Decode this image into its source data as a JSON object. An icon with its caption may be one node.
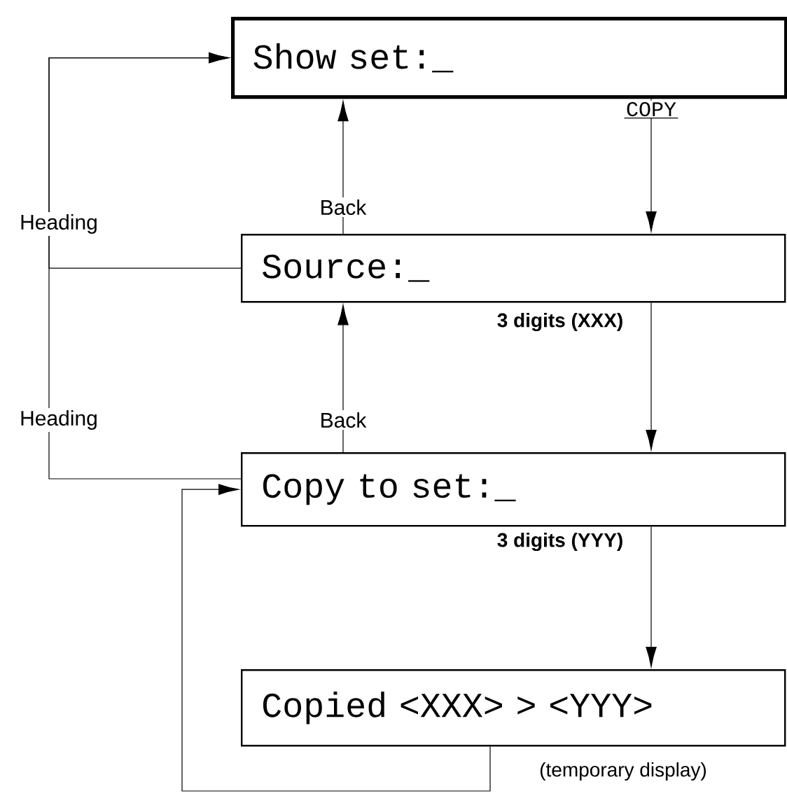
{
  "diagram": {
    "nodes": [
      {
        "text": [
          "Show set:_"
        ]
      },
      {
        "text": [
          "Source:_"
        ]
      },
      {
        "text": [
          "Copy to set:_"
        ]
      },
      {
        "text": [
          "Copied <XXX> > <YYY>"
        ],
        "beside": [
          "(temporary display)"
        ]
      }
    ],
    "edges": [
      {
        "from": 0,
        "to": 1,
        "arrow": "to",
        "label": "COPY"
      },
      {
        "from": 1,
        "to": 2,
        "arrow": "to",
        "label": "3 digits (XXX)"
      },
      {
        "from": 2,
        "to": 3,
        "arrow": "to",
        "label": "3 digits (YYY)"
      },
      {
        "from": 1,
        "to": 0,
        "arrow": "to",
        "label": "Back"
      },
      {
        "from": 2,
        "to": 1,
        "arrow": "to",
        "label": "Back"
      },
      {
        "from": 1,
        "to": 0,
        "arrow": "to",
        "label": "Heading"
      },
      {
        "from": 2,
        "to": 0,
        "arrow": "to",
        "label": "Heading"
      },
      {
        "from": 3,
        "to": 2,
        "arrow": "to"
      }
    ]
  }
}
